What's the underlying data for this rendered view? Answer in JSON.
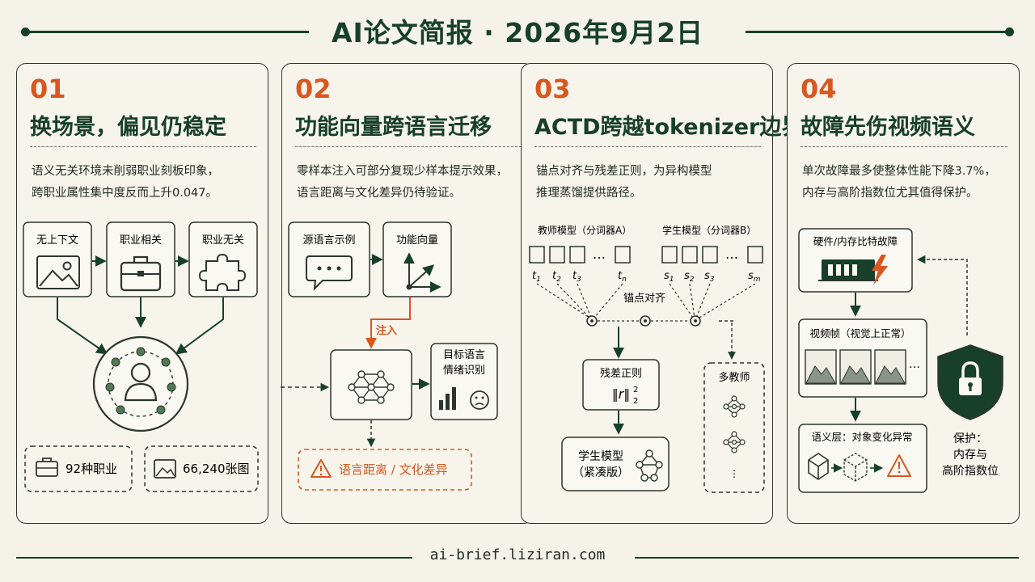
{
  "title": "AI论文简报 · 2026年9月2日",
  "footer": "ai-brief.liziran.com",
  "colors": {
    "primary": "#173f2a",
    "accent": "#d9571e",
    "border": "#2d352f",
    "background": "#f5f2ea"
  },
  "cards": [
    {
      "num": "01",
      "title": "换场景，偏见仍稳定",
      "desc1": "语义无关环境未削弱职业刻板印象，",
      "desc2": "跨职业属性集中度反而上升0.047。",
      "box1": "无上下文",
      "box2": "职业相关",
      "box3": "职业无关",
      "stat1": "92种职业",
      "stat2": "66,240张图"
    },
    {
      "num": "02",
      "title": "功能向量跨语言迁移",
      "desc1": "零样本注入可部分复现少样本提示效果，",
      "desc2": "语言距离与文化差异仍待验证。",
      "src": "源语言示例",
      "vec": "功能向量",
      "inject": "注入",
      "target1": "目标语言",
      "target2": "情绪识别",
      "warn": "语言距离 / 文化差异"
    },
    {
      "num": "03",
      "title": "ACTD跨越tokenizer边界",
      "desc1": "锚点对齐与残差正则，为异构模型",
      "desc2": "推理蒸馏提供路径。",
      "teacher": "教师模型（分词器A）",
      "student": "学生模型（分词器B）",
      "anchor": "锚点对齐",
      "residual": "残差正则",
      "student_small1": "学生模型",
      "student_small2": "（紧凑版）",
      "multi": "多教师",
      "t_tokens": [
        "t",
        "t",
        "t",
        "t"
      ],
      "t_subs": [
        "1",
        "2",
        "3",
        "n"
      ],
      "s_tokens": [
        "s",
        "s",
        "s",
        "s"
      ],
      "s_subs": [
        "1",
        "2",
        "3",
        "m"
      ]
    },
    {
      "num": "04",
      "title": "故障先伤视频语义",
      "desc1": "单次故障最多使整体性能下降3.7%，",
      "desc2": "内存与高阶指数位尤其值得保护。",
      "hw": "硬件/内存比特故障",
      "frames": "视频帧（视觉上正常）",
      "semantic": "语义层：对象变化异常",
      "protect1": "保护：",
      "protect2": "内存与",
      "protect3": "高阶指数位",
      "performance_drop_pct": 3.7
    }
  ]
}
